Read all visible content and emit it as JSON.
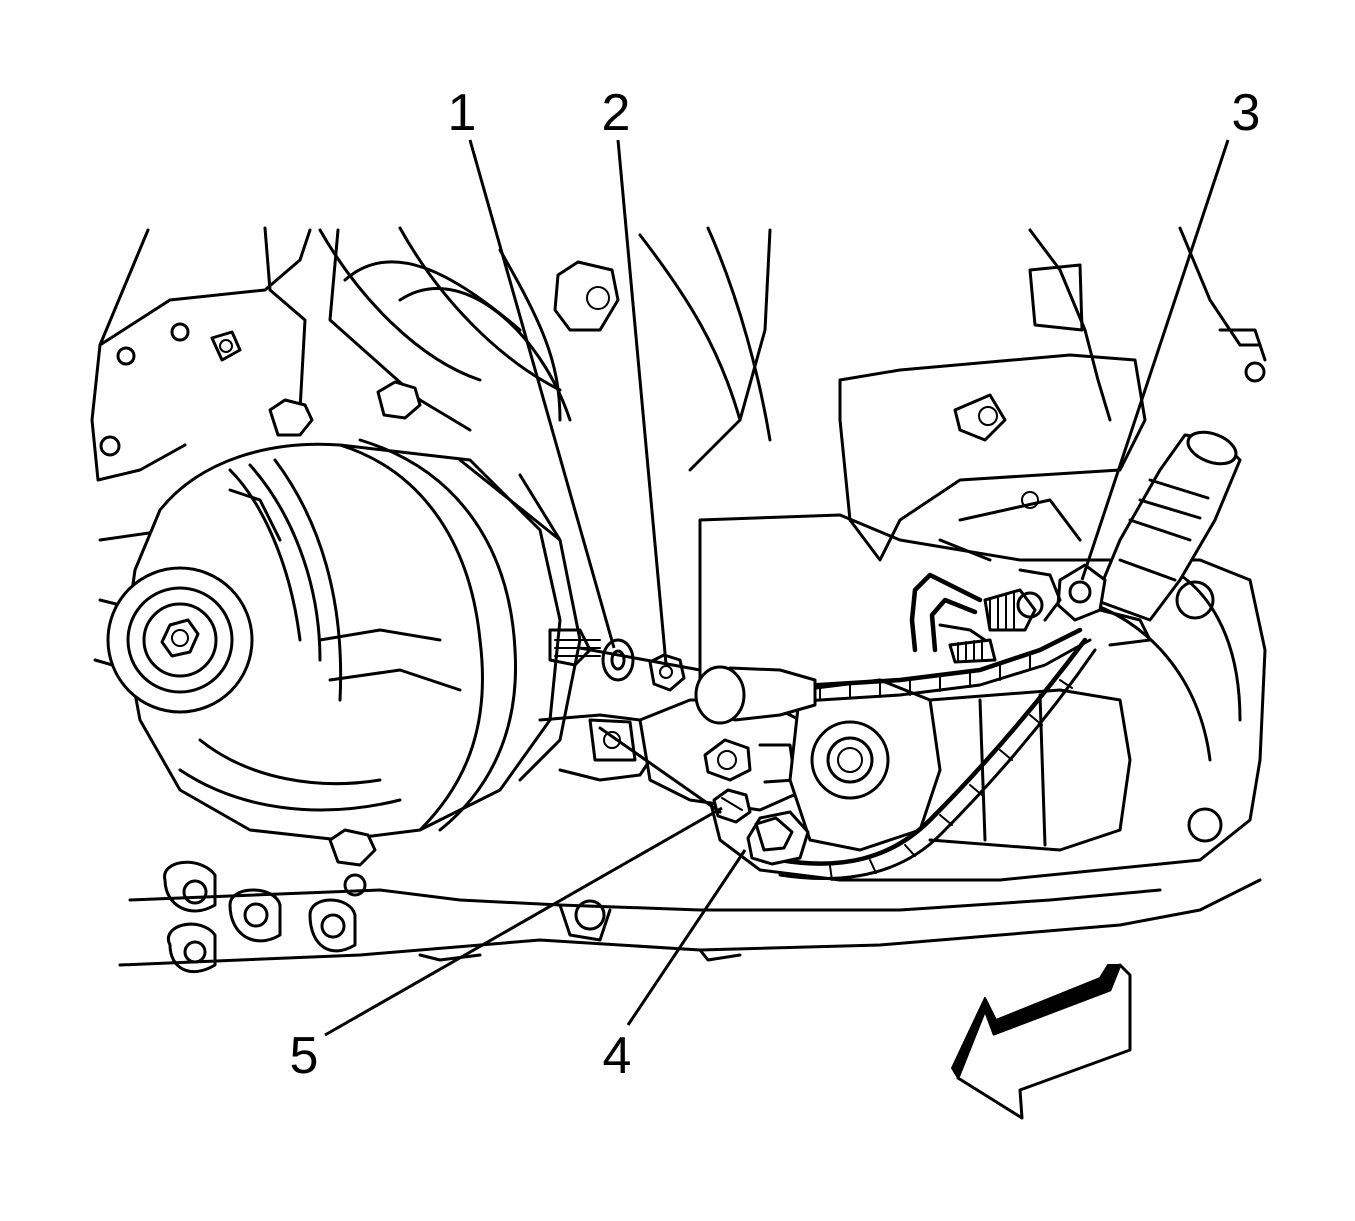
{
  "diagram": {
    "callouts": [
      {
        "id": "1",
        "label": "1"
      },
      {
        "id": "2",
        "label": "2"
      },
      {
        "id": "3",
        "label": "3"
      },
      {
        "id": "4",
        "label": "4"
      },
      {
        "id": "5",
        "label": "5"
      }
    ],
    "icons": {
      "direction_arrow": "front-direction-arrow-icon"
    },
    "colors": {
      "line": "#000000",
      "background": "#ffffff"
    }
  }
}
